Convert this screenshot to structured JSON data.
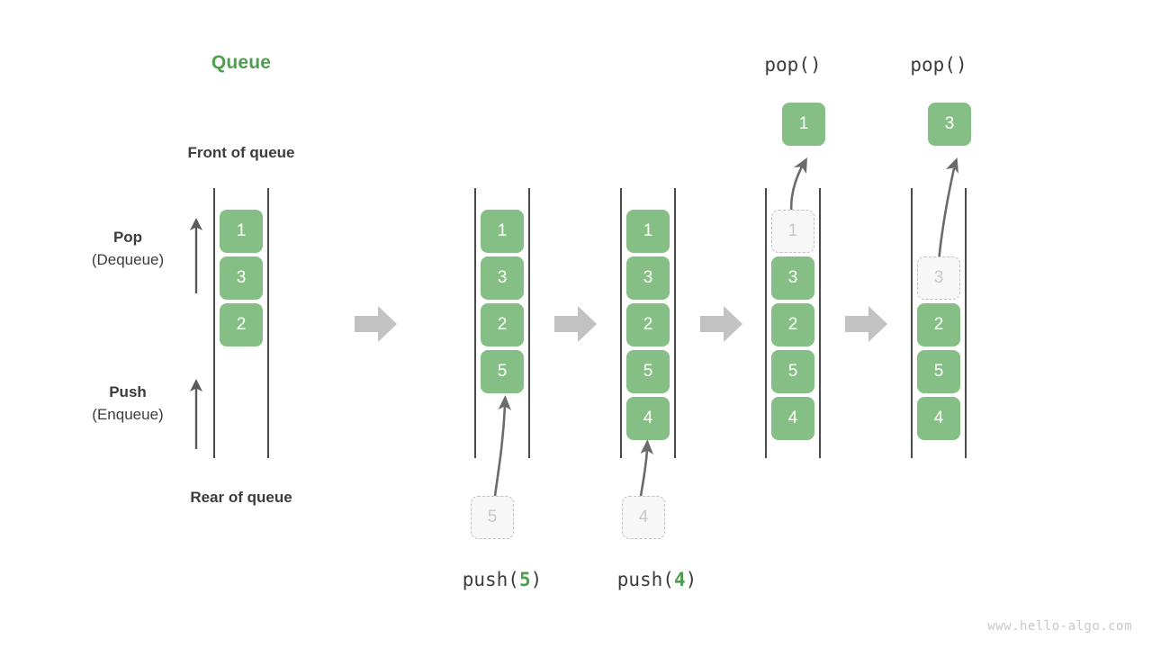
{
  "diagram": {
    "title": "Queue",
    "title_color": "#4f9d4f",
    "element_color": "#86bf86",
    "ghost_color": "#f7f7f7",
    "arrow_color": "#c0c0c0",
    "watermark": "www.hello-algo.com"
  },
  "labels": {
    "front_of_queue": "Front of queue",
    "rear_of_queue": "Rear of queue",
    "pop_strong": "Pop",
    "pop_weak": "(Dequeue)",
    "push_strong": "Push",
    "push_weak": "(Enqueue)"
  },
  "headers": {
    "pop1": "pop()",
    "pop2": "pop()"
  },
  "captions": {
    "push1_prefix": "push(",
    "push1_value": "5",
    "push1_suffix": ")",
    "push2_prefix": "push(",
    "push2_value": "4",
    "push2_suffix": ")"
  },
  "columns": [
    {
      "id": "initial",
      "cells": [
        "1",
        "3",
        "2"
      ],
      "ghost": null,
      "incoming": null,
      "popped": null
    },
    {
      "id": "after-push-5",
      "cells": [
        "1",
        "3",
        "2",
        "5"
      ],
      "ghost": "5",
      "incoming": "5",
      "popped": null
    },
    {
      "id": "after-push-4",
      "cells": [
        "1",
        "3",
        "2",
        "5",
        "4"
      ],
      "ghost": "4",
      "incoming": "4",
      "popped": null
    },
    {
      "id": "after-pop-1",
      "cells": [
        "1",
        "3",
        "2",
        "5",
        "4"
      ],
      "ghost": "1",
      "incoming": null,
      "popped": "1"
    },
    {
      "id": "after-pop-3",
      "cells": [
        "3",
        "2",
        "5",
        "4"
      ],
      "ghost": "3",
      "incoming": null,
      "popped": "3"
    }
  ],
  "steps": {
    "arrow_count": 4,
    "glyph": "block-right-arrow"
  }
}
